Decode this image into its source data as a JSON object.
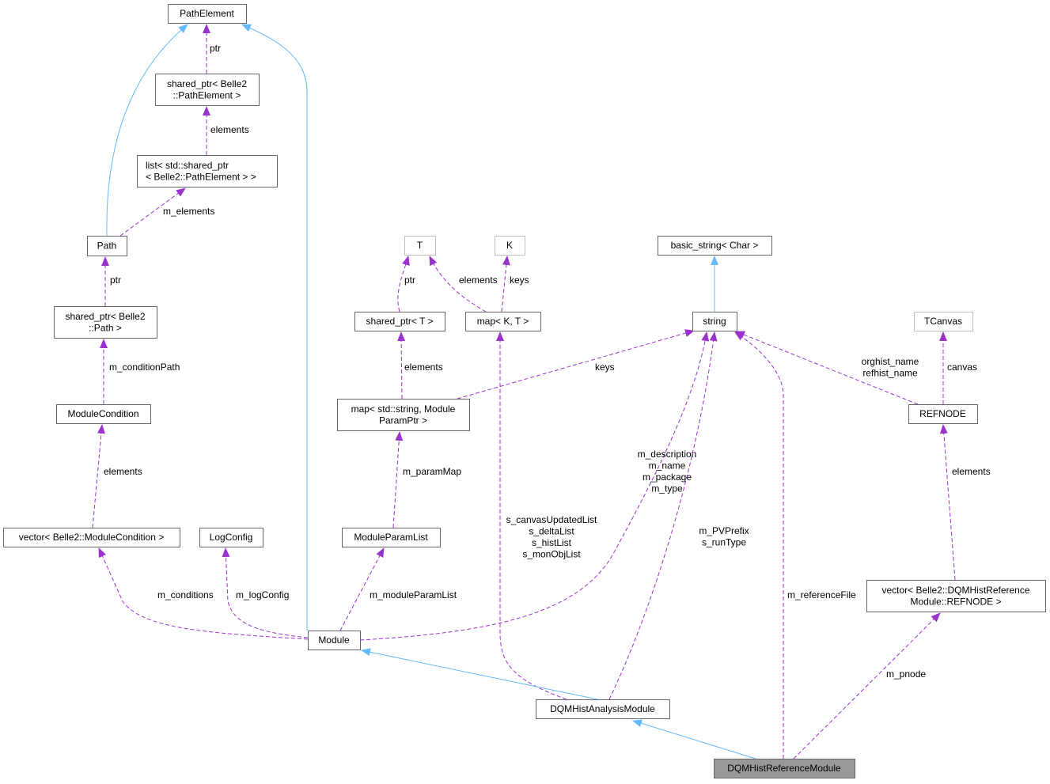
{
  "title": "DQMHistReferenceModule collaboration diagram",
  "colors": {
    "inheritance": "#63b8ff",
    "usage": "#9a32cd",
    "focus_fill": "#999999"
  },
  "nodes": {
    "path_element": [
      "PathElement"
    ],
    "shared_ptr_path_element": [
      "shared_ptr< Belle2",
      "::PathElement >"
    ],
    "list_shared_ptr": [
      "list< std::shared_ptr",
      "< Belle2::PathElement > >"
    ],
    "path": [
      "Path"
    ],
    "shared_ptr_path": [
      "shared_ptr< Belle2",
      "::Path >"
    ],
    "module_condition": [
      "ModuleCondition"
    ],
    "vector_module_condition": [
      "vector< Belle2::ModuleCondition >"
    ],
    "log_config": [
      "LogConfig"
    ],
    "module": [
      "Module"
    ],
    "t": [
      "T"
    ],
    "k": [
      "K"
    ],
    "shared_ptr_t": [
      "shared_ptr< T >"
    ],
    "map_k_t": [
      "map< K, T >"
    ],
    "map_string_param": [
      "map< std::string, Module",
      "ParamPtr >"
    ],
    "module_param_list": [
      "ModuleParamList"
    ],
    "basic_string": [
      "basic_string< Char >"
    ],
    "string": [
      "string"
    ],
    "tcanvas": [
      "TCanvas"
    ],
    "refnode": [
      "REFNODE"
    ],
    "vector_refnode": [
      "vector< Belle2::DQMHistReference",
      "Module::REFNODE >"
    ],
    "dqm_hist_analysis_module": [
      "DQMHistAnalysisModule"
    ],
    "dqm_hist_reference_module": [
      "DQMHistReferenceModule"
    ]
  },
  "edges": {
    "path_to_pathelement": [],
    "module_to_pathelement": [],
    "sp_pe_ptr": [
      "ptr"
    ],
    "list_elements": [
      "elements"
    ],
    "path_m_elements": [
      "m_elements"
    ],
    "sp_path_ptr": [
      "ptr"
    ],
    "modcond_conditionpath": [
      "m_conditionPath"
    ],
    "vec_modcond_elements": [
      "elements"
    ],
    "module_conditions": [
      "m_conditions"
    ],
    "module_logconfig": [
      "m_logConfig"
    ],
    "module_paramlist": [
      "m_moduleParamList"
    ],
    "paramlist_parammap": [
      "m_paramMap"
    ],
    "map_string_elements": [
      "elements"
    ],
    "map_string_keys": [
      "keys"
    ],
    "sp_t_ptr": [
      "ptr"
    ],
    "map_kt_elements": [
      "elements"
    ],
    "map_kt_keys": [
      "keys"
    ],
    "analysis_lists": [
      "s_canvasUpdatedList",
      "s_deltaList",
      "s_histList",
      "s_monObjList"
    ],
    "module_strings": [
      "m_description",
      "m_name",
      "m_package",
      "m_type"
    ],
    "analysis_strings": [
      "m_PVPrefix",
      "s_runType"
    ],
    "analysis_to_module": [],
    "reference_to_analysis": [],
    "reference_file": [
      "m_referenceFile"
    ],
    "reference_pnode": [
      "m_pnode"
    ],
    "refnode_names": [
      "orghist_name",
      "refhist_name"
    ],
    "refnode_canvas": [
      "canvas"
    ],
    "vec_refnode_elements": [
      "elements"
    ],
    "string_to_basic_string": []
  }
}
